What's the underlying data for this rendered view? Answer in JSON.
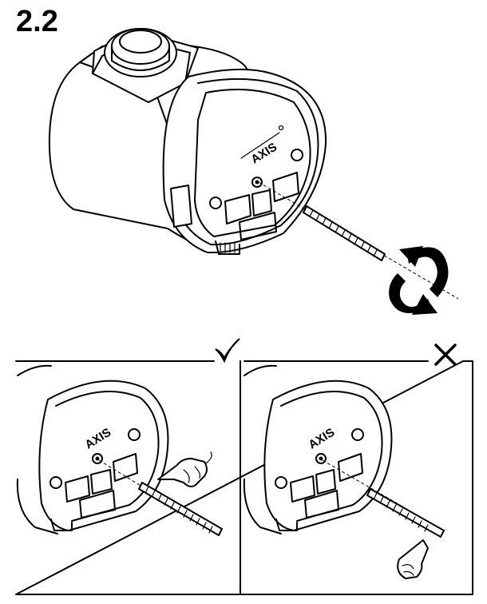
{
  "step": {
    "number": "2.2"
  },
  "brand_logo": "AXIS",
  "panels": [
    {
      "state": "correct",
      "mark": "✓",
      "icon": "checkmark-icon"
    },
    {
      "state": "incorrect",
      "mark": "✕",
      "icon": "cross-icon"
    }
  ],
  "colors": {
    "line": "#000000",
    "background": "#ffffff"
  }
}
